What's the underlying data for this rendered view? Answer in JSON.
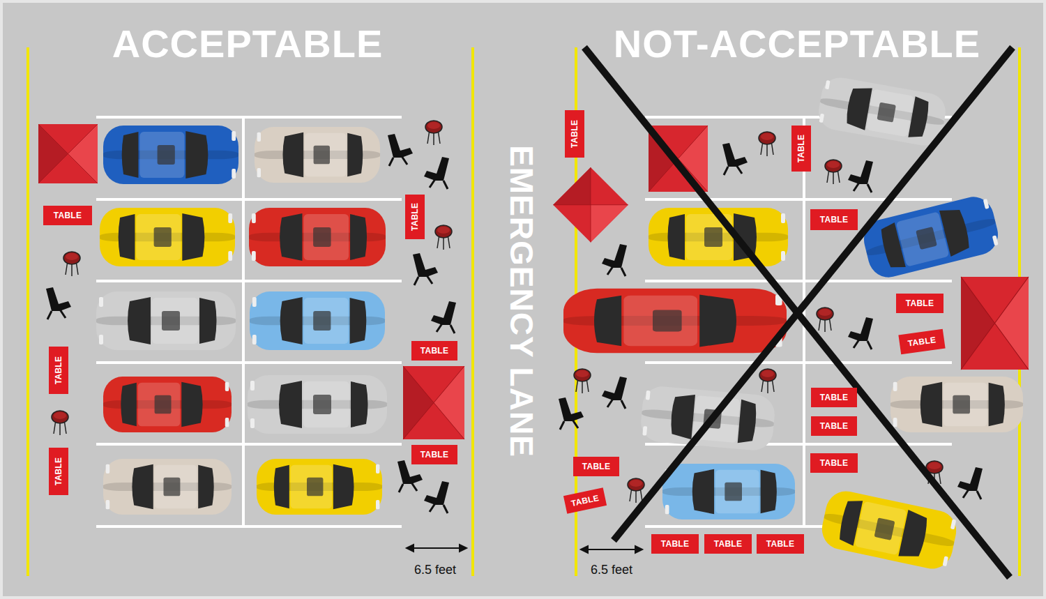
{
  "diagram": {
    "nodes": [
      {
        "text": [
          "TABLE"
        ]
      },
      {
        "text": [
          "TABLE"
        ]
      },
      {
        "text": [
          "TABLE"
        ]
      },
      {
        "text": [
          "TABLE"
        ]
      },
      {
        "text": [
          "TABLE"
        ]
      },
      {
        "text": [
          "TABLE"
        ]
      },
      {
        "text": [
          "TABLE"
        ]
      },
      {
        "text": [
          "TABLE"
        ]
      },
      {
        "text": [
          "TABLE"
        ]
      },
      {
        "text": [
          "TABLE"
        ]
      },
      {
        "text": [
          "TABLE"
        ]
      },
      {
        "text": [
          "TABLE"
        ]
      },
      {
        "text": [
          "TABLE"
        ]
      },
      {
        "text": [
          "TABLE"
        ]
      },
      {
        "text": [
          "TABLE"
        ]
      },
      {
        "text": [
          "TABLE"
        ]
      },
      {
        "text": [
          "TABLE"
        ]
      },
      {
        "text": [
          "TABLE"
        ]
      },
      {
        "text": [
          "TABLE"
        ]
      }
    ],
    "labels": [
      "ACCEPTABLE",
      "NOT-ACCEPTABLE",
      "EMERGENCY LANE",
      "6.5 feet",
      "6.5 feet"
    ]
  }
}
